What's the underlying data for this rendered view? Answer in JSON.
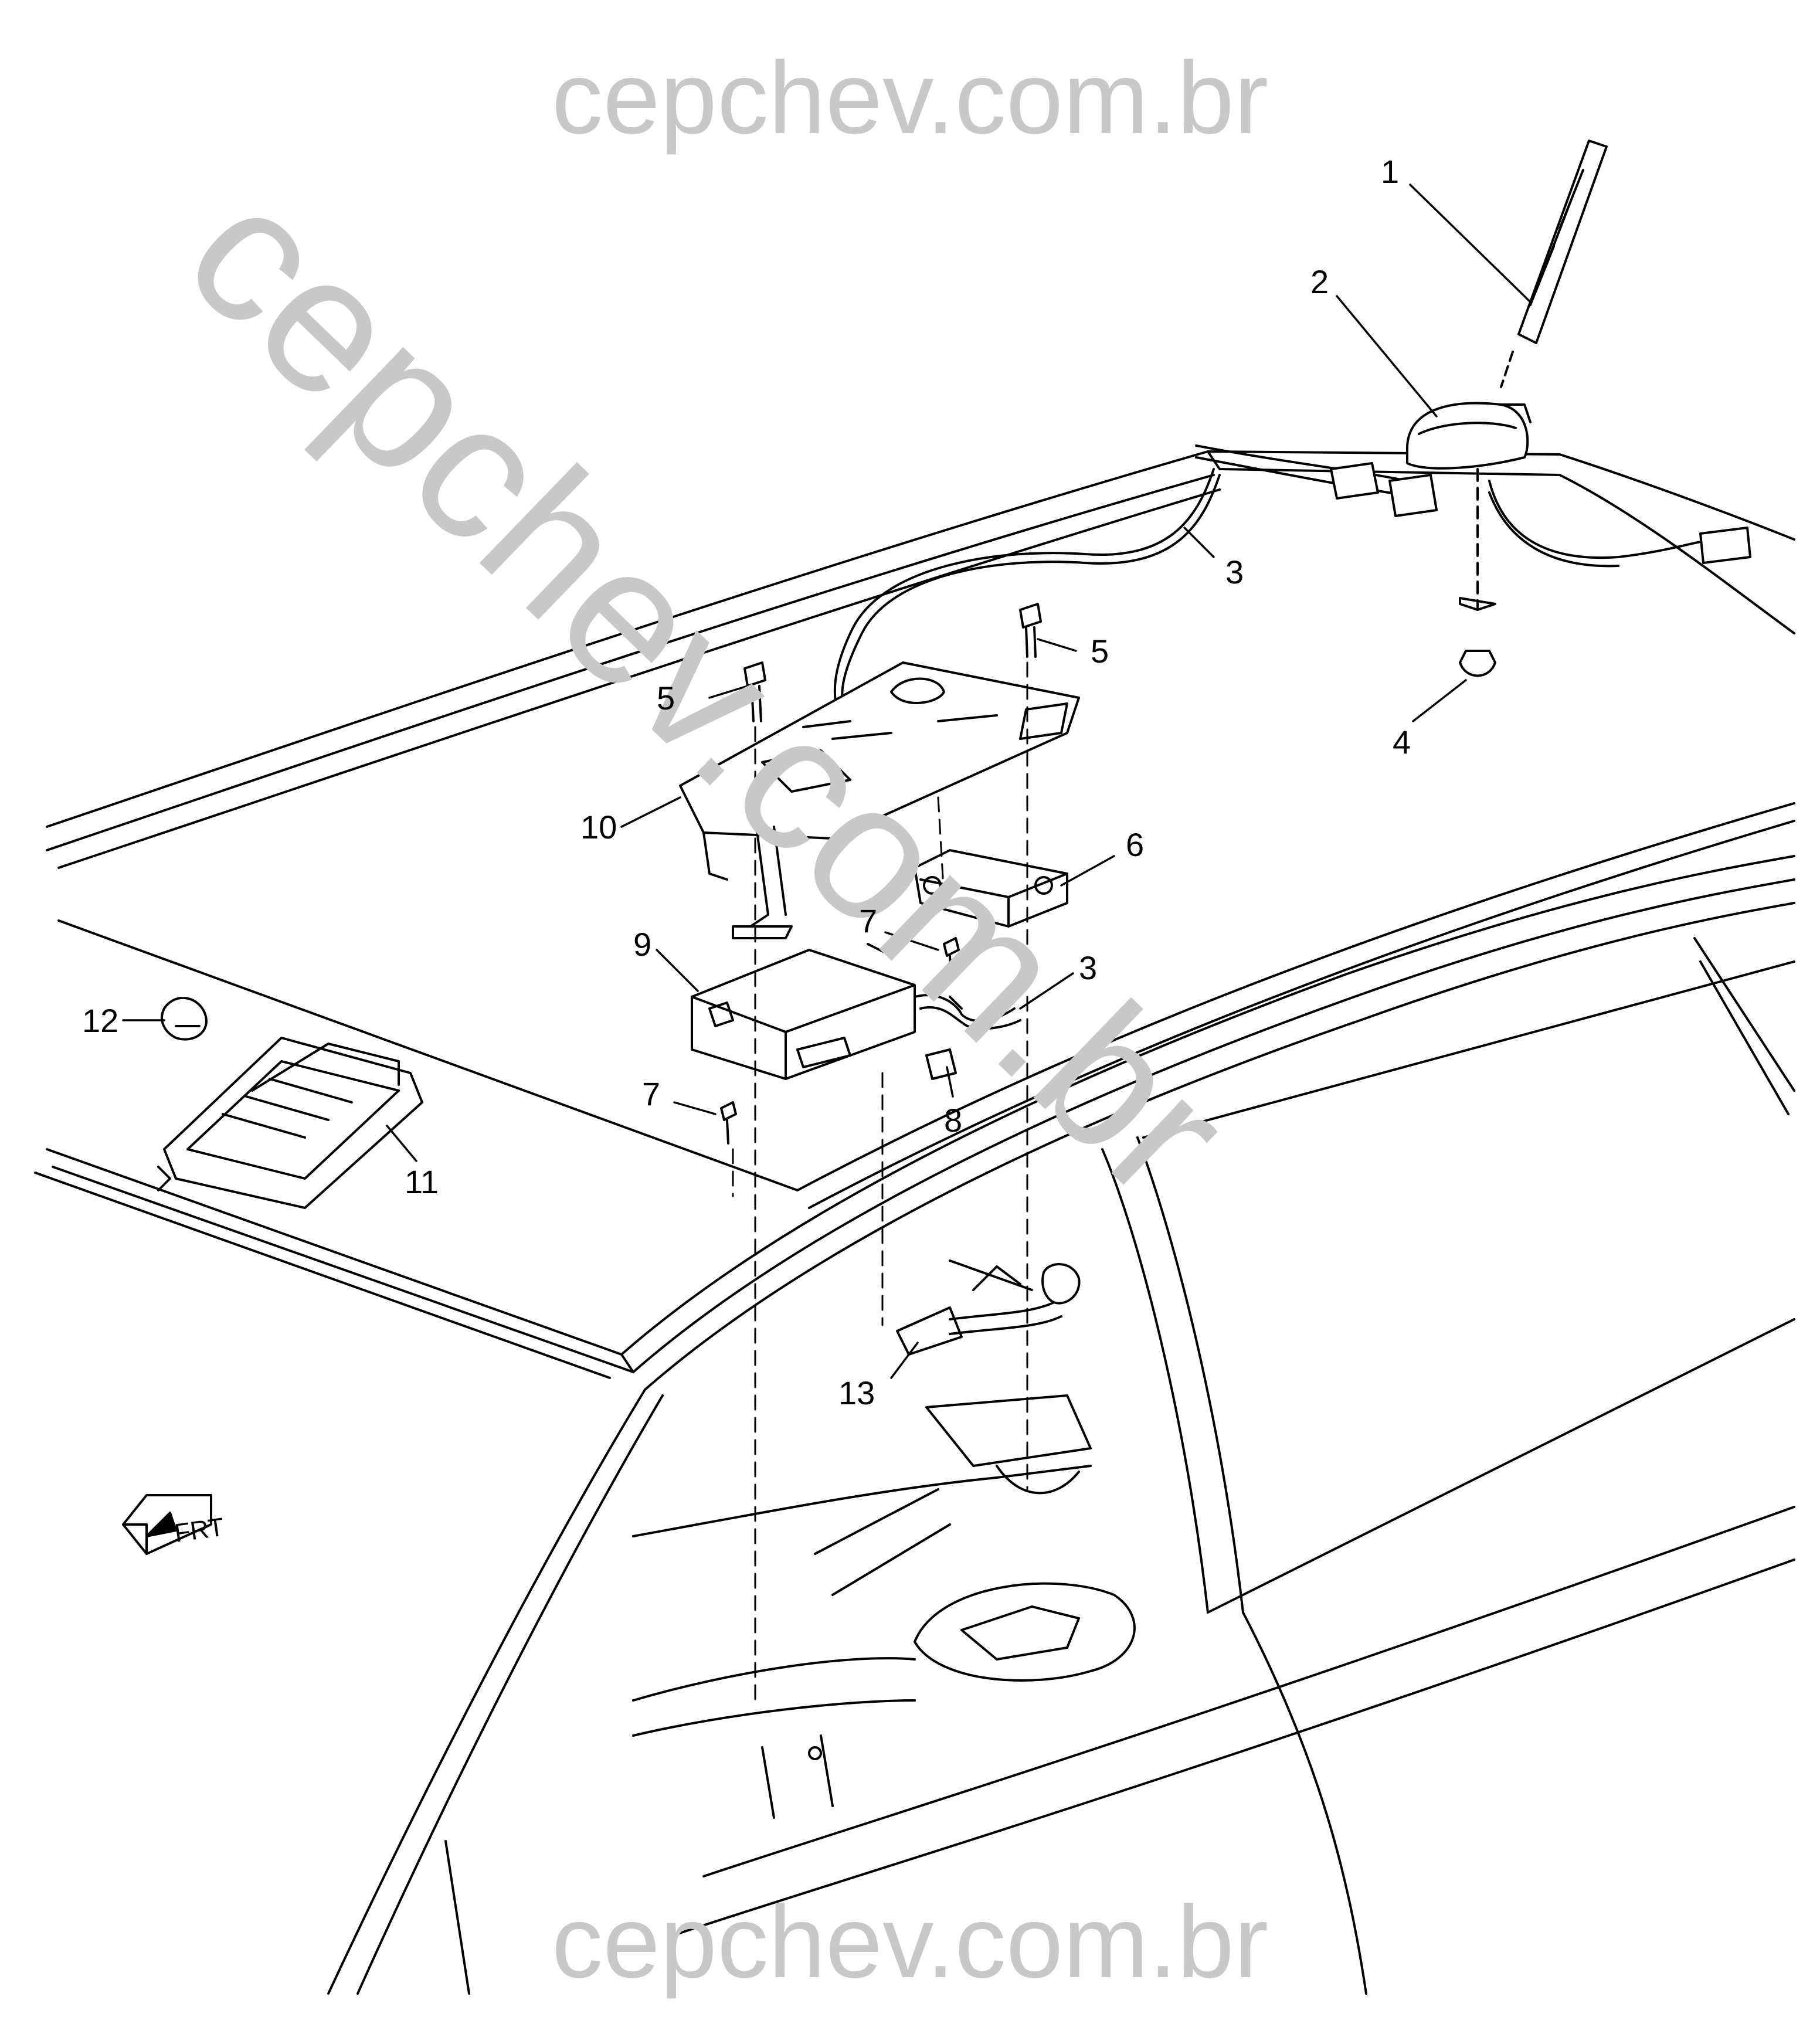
{
  "watermark": {
    "top": "cepchev.com.br",
    "diagonal": "cepchev.com.br",
    "bottom": "cepchev.com.br",
    "color": "#c8c8c8"
  },
  "callouts": [
    "1",
    "2",
    "3",
    "3",
    "4",
    "5",
    "5",
    "6",
    "7",
    "7",
    "8",
    "9",
    "10",
    "11",
    "12",
    "13"
  ],
  "front_marker": {
    "text": "FRT"
  },
  "colors": {
    "line": "#000000",
    "background": "#ffffff",
    "watermark": "#c8c8c8"
  }
}
